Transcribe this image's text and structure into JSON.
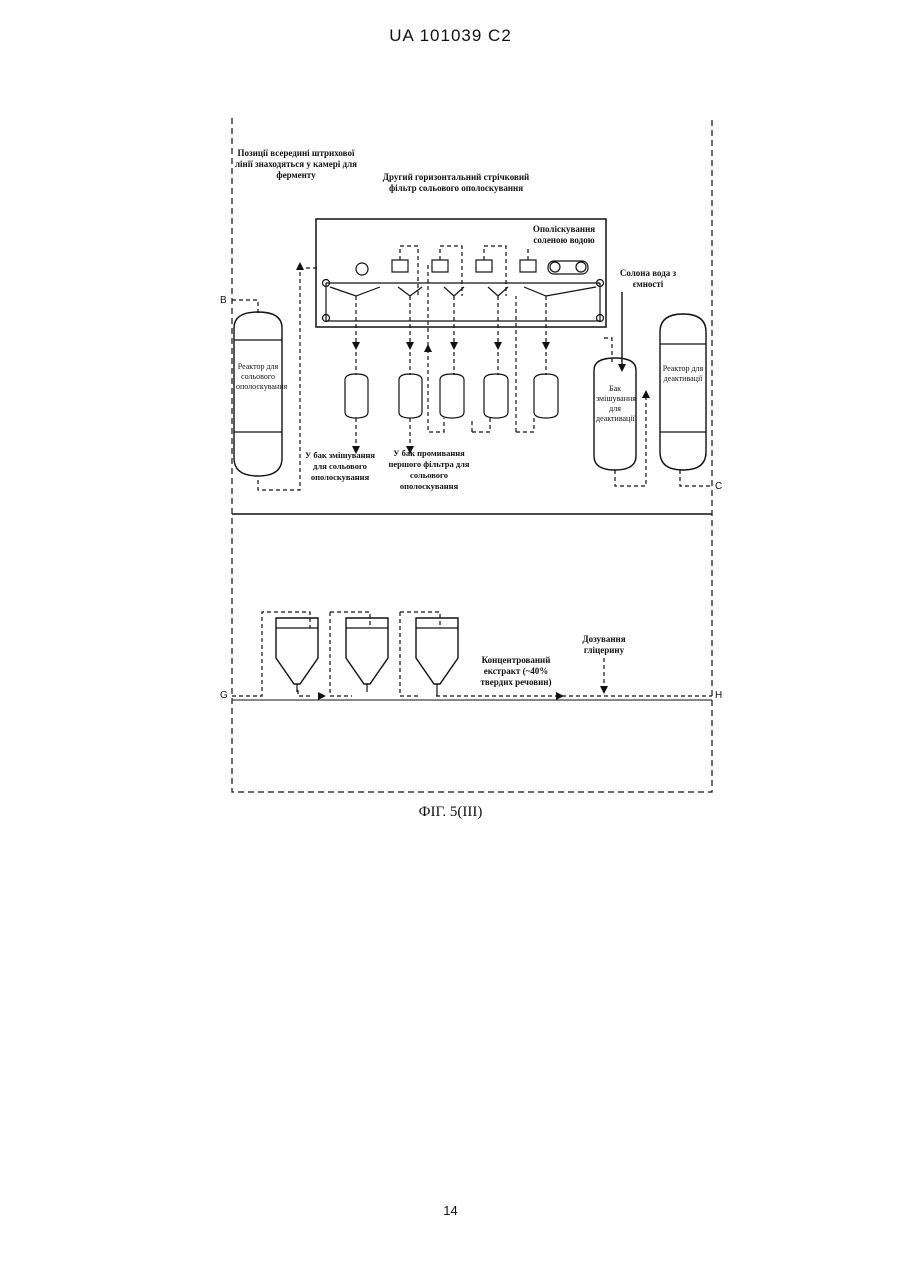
{
  "header": {
    "doc_id": "UA   101039   C2"
  },
  "figure": {
    "caption": "ФІГ. 5(ІІІ)",
    "note_inside_dashed": "Позиції всередині штрихової лінії знаходяться у камері для ферменту",
    "filter_title": "Другий горизонтальний стрічковий фільтр сольового ополоскування",
    "salt_rinse": "Ополіскування соленою водою",
    "salt_water_tank": "Солона вода з ємності",
    "reactor_salt_rinse": "Реактор для сольового ополоскування",
    "mix_tank_deactivation": "Бак змішування для деактивації",
    "reactor_deactivation": "Реактор для деактивації",
    "to_mix_tank": "У бак змішування для сольового ополоскування",
    "to_wash_tank": "У бак промивання першого фільтра для сольового ополоскування",
    "concentrated_extract": "Концентрований екстракт (~40% твердих речовин)",
    "glycerin_dosing": "Дозування гліцерину",
    "connectors": {
      "b": "B",
      "c": "C",
      "g": "G",
      "h": "H"
    }
  },
  "footer": {
    "page_number": "14"
  }
}
